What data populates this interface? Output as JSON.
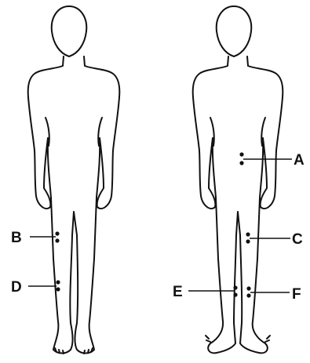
{
  "figure": {
    "views": [
      {
        "name": "front"
      },
      {
        "name": "back"
      }
    ],
    "points": [
      {
        "id": "A",
        "label": "A"
      },
      {
        "id": "B",
        "label": "B"
      },
      {
        "id": "C",
        "label": "C"
      },
      {
        "id": "D",
        "label": "D"
      },
      {
        "id": "E",
        "label": "E"
      },
      {
        "id": "F",
        "label": "F"
      }
    ]
  }
}
